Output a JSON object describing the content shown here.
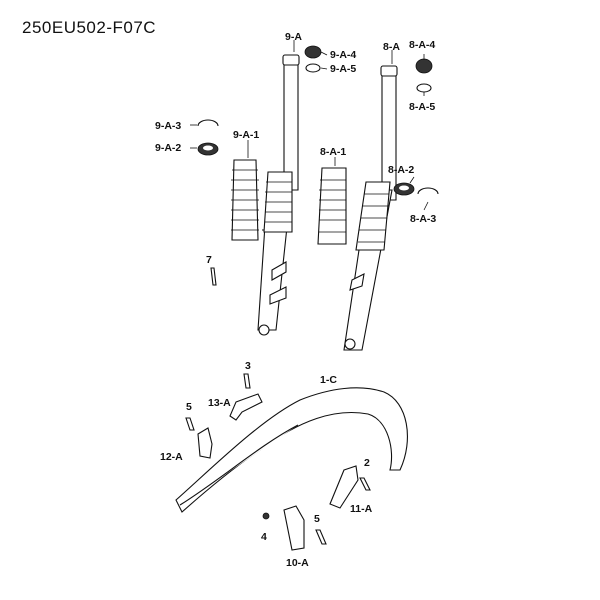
{
  "diagram": {
    "code": "250EU502-F07C",
    "labels": {
      "l9A": "9-A",
      "l9A4": "9-A-4",
      "l9A5": "9-A-5",
      "l8A": "8-A",
      "l8A4": "8-A-4",
      "l8A5": "8-A-5",
      "l9A3": "9-A-3",
      "l9A2": "9-A-2",
      "l9A1": "9-A-1",
      "l8A1": "8-A-1",
      "l8A2": "8-A-2",
      "l8A3": "8-A-3",
      "l7": "7",
      "l3": "3",
      "l1C": "1-C",
      "l13A": "13-A",
      "l5a": "5",
      "l12A": "12-A",
      "l2": "2",
      "l11A": "11-A",
      "l5b": "5",
      "l4": "4",
      "l10A": "10-A"
    }
  }
}
